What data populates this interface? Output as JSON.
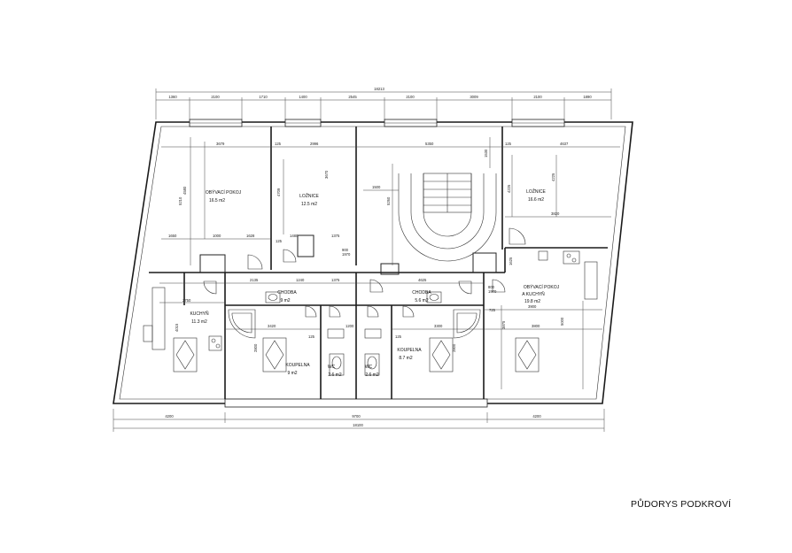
{
  "title": "PŮDORYS PODKROVÍ",
  "rooms": {
    "living_left": {
      "name": "OBÝVACÍ POKOJ",
      "area": "16.5 m2"
    },
    "bedroom_left": {
      "name": "LOŽNICE",
      "area": "12.5 m2"
    },
    "bedroom_right": {
      "name": "LOŽNICE",
      "area": "16.6 m2"
    },
    "hall_left": {
      "name": "CHODBA",
      "area": "9 m2"
    },
    "hall_right": {
      "name": "CHODBA",
      "area": "5.6 m2"
    },
    "living_kitchen_right": {
      "name1": "OBÝVACÍ POKOJ",
      "name2": "A KUCHYŇ",
      "area": "19.8 m2"
    },
    "kitchen_left": {
      "name": "KUCHYŇ",
      "area": "11.3 m2"
    },
    "bath_left": {
      "name": "KOUPELNA",
      "area": "9 m2"
    },
    "wc_left": {
      "name": "WC",
      "area": "2.6 m2"
    },
    "wc_right": {
      "name": "WC",
      "area": "2.6 m2"
    },
    "bath_right": {
      "name": "KOUPELNA",
      "area": "8.7 m2"
    }
  },
  "dims_top": {
    "total": "18213",
    "segments": [
      "1360",
      "2100",
      "1710",
      "1400",
      "2545",
      "2100",
      "3009",
      "2100",
      "1890"
    ]
  },
  "dims_bottom": {
    "total": "18100",
    "segments": [
      "4200",
      "9700",
      "4200"
    ]
  },
  "dims_interior": {
    "d3679": "3679",
    "d125a": "125",
    "d2996": "2996",
    "d5350": "5350",
    "d125b": "125",
    "d4637": "4637",
    "d4580": "4580",
    "d5210": "5210",
    "d4709": "4709",
    "d3670": "3670",
    "d1500": "1500",
    "d5260": "5260",
    "d1530": "1530",
    "d4225a": "4225",
    "d4225b": "4225",
    "d3820": "3820",
    "d1650": "1650",
    "d1000": "1000",
    "d1628": "1628",
    "d125c": "125",
    "d1480": "1480",
    "d1375a": "1375",
    "d900": "900",
    "d1970a": "1970",
    "d1625": "1625",
    "d800": "800",
    "d1970b": "1970",
    "d2135": "2135",
    "d1240": "1240",
    "d1375b": "1375",
    "d4625": "4625",
    "d2750": "2750",
    "d3420": "3420",
    "d1200": "1200",
    "d3300": "3300",
    "d3900": "3900",
    "d725": "725",
    "d4015": "4015",
    "d3875": "3875",
    "d3800": "3800",
    "d5000": "5000",
    "d2800a": "2800",
    "d2800b": "2800",
    "d125d": "125",
    "d125e": "125"
  }
}
